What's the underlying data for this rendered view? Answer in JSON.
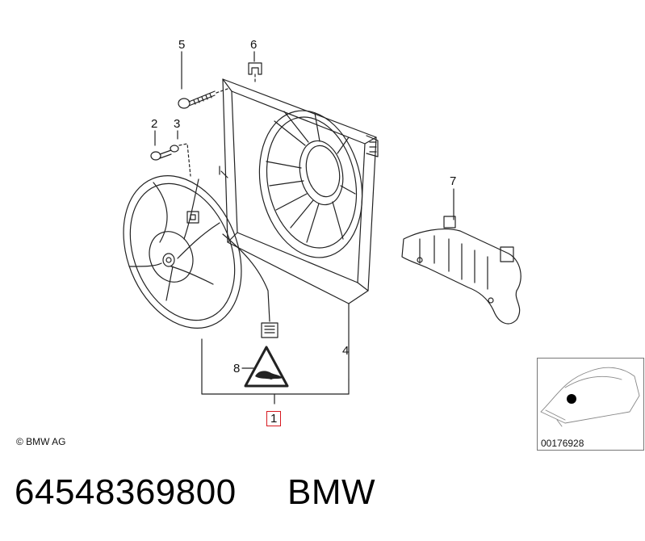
{
  "callouts": {
    "c1": "1",
    "c2": "2",
    "c3": "3",
    "c4": "4",
    "c5": "5",
    "c6": "6",
    "c7": "7",
    "c8": "8"
  },
  "copyright": "© BMW AG",
  "reference_number": "00176928",
  "part_number": "64548369800",
  "brand": "BMW",
  "colors": {
    "highlight": "#d71920",
    "line": "#222222"
  }
}
